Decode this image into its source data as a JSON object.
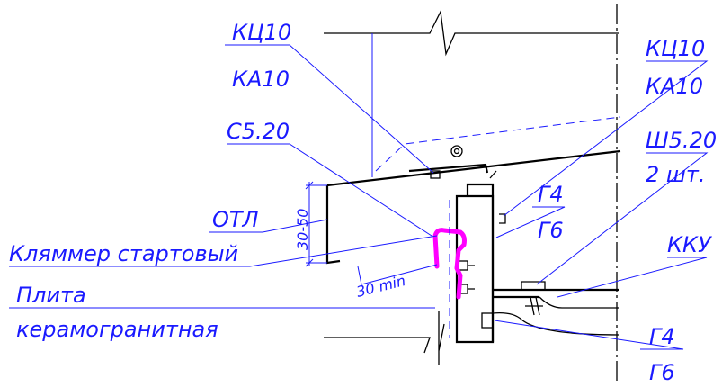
{
  "labels": {
    "kc10_left": "КЦ10",
    "ka10_left": "КА10",
    "kc10_right": "КЦ10",
    "ka10_right": "КА10",
    "c520": "С5.20",
    "sh520": "Ш5.20",
    "sh520_count": "2 шт.",
    "g4_upper": "Г4",
    "g6_upper": "Г6",
    "otl": "ОТЛ",
    "kku": "ККУ",
    "klyammer": "Кляммер стартовый",
    "plita": "Плита",
    "keramogranit": "керамогранитная",
    "g4_lower": "Г4",
    "g6_lower": "Г6",
    "dim_30_50": "30-50",
    "dim_30min": "30 min"
  },
  "colors": {
    "line": "#000000",
    "annotation": "#1a1aff",
    "highlight": "#ff00ff"
  }
}
